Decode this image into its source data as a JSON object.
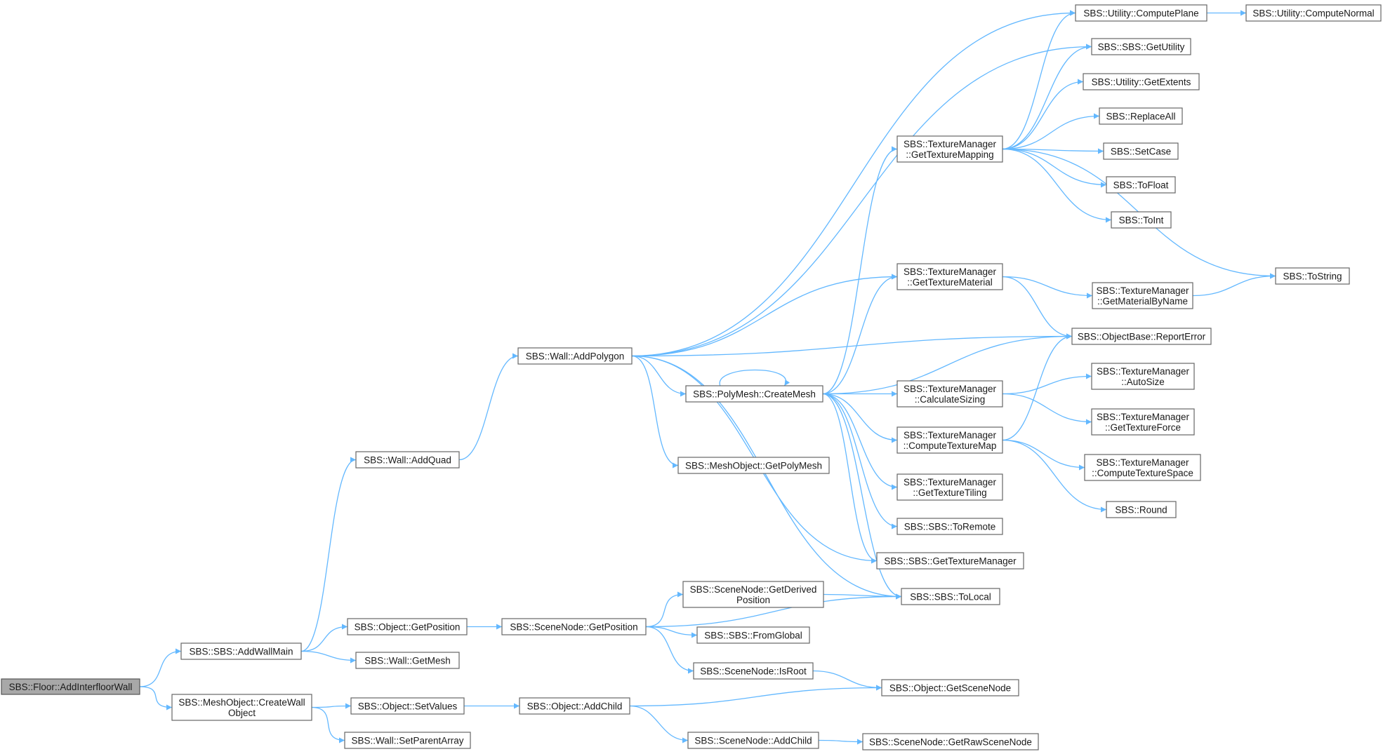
{
  "colors": {
    "edge": "#63b8ff",
    "node_border": "#666666",
    "root_fill": "#a8a8a8",
    "node_fill": "#ffffff"
  },
  "nodes": [
    {
      "id": "floor_addinterfloorwall",
      "lines": [
        "SBS::Floor::AddInterfloorWall"
      ],
      "root": true
    },
    {
      "id": "sbs_addwallmain",
      "lines": [
        "SBS::SBS::AddWallMain"
      ]
    },
    {
      "id": "meshobject_createwallobject",
      "lines": [
        "SBS::MeshObject::CreateWall",
        "Object"
      ]
    },
    {
      "id": "wall_addquad",
      "lines": [
        "SBS::Wall::AddQuad"
      ]
    },
    {
      "id": "object_getposition",
      "lines": [
        "SBS::Object::GetPosition"
      ]
    },
    {
      "id": "wall_getmesh",
      "lines": [
        "SBS::Wall::GetMesh"
      ]
    },
    {
      "id": "object_setvalues",
      "lines": [
        "SBS::Object::SetValues"
      ]
    },
    {
      "id": "wall_setparentarray",
      "lines": [
        "SBS::Wall::SetParentArray"
      ]
    },
    {
      "id": "wall_addpolygon",
      "lines": [
        "SBS::Wall::AddPolygon"
      ]
    },
    {
      "id": "scenenode_getposition",
      "lines": [
        "SBS::SceneNode::GetPosition"
      ]
    },
    {
      "id": "object_addchild",
      "lines": [
        "SBS::Object::AddChild"
      ]
    },
    {
      "id": "polymesh_createmesh",
      "lines": [
        "SBS::PolyMesh::CreateMesh"
      ]
    },
    {
      "id": "meshobject_getpolymesh",
      "lines": [
        "SBS::MeshObject::GetPolyMesh"
      ]
    },
    {
      "id": "scenenode_getderivedposition",
      "lines": [
        "SBS::SceneNode::GetDerived",
        "Position"
      ]
    },
    {
      "id": "sbs_fromglobal",
      "lines": [
        "SBS::SBS::FromGlobal"
      ]
    },
    {
      "id": "scenenode_isroot",
      "lines": [
        "SBS::SceneNode::IsRoot"
      ]
    },
    {
      "id": "scenenode_addchild",
      "lines": [
        "SBS::SceneNode::AddChild"
      ]
    },
    {
      "id": "texturemanager_gettexturemapping",
      "lines": [
        "SBS::TextureManager",
        "::GetTextureMapping"
      ]
    },
    {
      "id": "texturemanager_gettexturematerial",
      "lines": [
        "SBS::TextureManager",
        "::GetTextureMaterial"
      ]
    },
    {
      "id": "texturemanager_calculatesizing",
      "lines": [
        "SBS::TextureManager",
        "::CalculateSizing"
      ]
    },
    {
      "id": "texturemanager_computetexturemap",
      "lines": [
        "SBS::TextureManager",
        "::ComputeTextureMap"
      ]
    },
    {
      "id": "texturemanager_gettexturetiling",
      "lines": [
        "SBS::TextureManager",
        "::GetTextureTiling"
      ]
    },
    {
      "id": "sbs_toremote",
      "lines": [
        "SBS::SBS::ToRemote"
      ]
    },
    {
      "id": "sbs_gettexturemanager",
      "lines": [
        "SBS::SBS::GetTextureManager"
      ]
    },
    {
      "id": "sbs_tolocal",
      "lines": [
        "SBS::SBS::ToLocal"
      ]
    },
    {
      "id": "object_getscenenode",
      "lines": [
        "SBS::Object::GetSceneNode"
      ]
    },
    {
      "id": "scenenode_getrawscenenode",
      "lines": [
        "SBS::SceneNode::GetRawSceneNode"
      ]
    },
    {
      "id": "utility_computeplane",
      "lines": [
        "SBS::Utility::ComputePlane"
      ]
    },
    {
      "id": "sbs_getutility",
      "lines": [
        "SBS::SBS::GetUtility"
      ]
    },
    {
      "id": "utility_getextents",
      "lines": [
        "SBS::Utility::GetExtents"
      ]
    },
    {
      "id": "replaceall",
      "lines": [
        "SBS::ReplaceAll"
      ]
    },
    {
      "id": "setcase",
      "lines": [
        "SBS::SetCase"
      ]
    },
    {
      "id": "tofloat",
      "lines": [
        "SBS::ToFloat"
      ]
    },
    {
      "id": "toint",
      "lines": [
        "SBS::ToInt"
      ]
    },
    {
      "id": "texturemanager_getmaterialbyname",
      "lines": [
        "SBS::TextureManager",
        "::GetMaterialByName"
      ]
    },
    {
      "id": "objectbase_reporterror",
      "lines": [
        "SBS::ObjectBase::ReportError"
      ]
    },
    {
      "id": "texturemanager_autosize",
      "lines": [
        "SBS::TextureManager",
        "::AutoSize"
      ]
    },
    {
      "id": "texturemanager_gettextureforce",
      "lines": [
        "SBS::TextureManager",
        "::GetTextureForce"
      ]
    },
    {
      "id": "texturemanager_computetexturespace",
      "lines": [
        "SBS::TextureManager",
        "::ComputeTextureSpace"
      ]
    },
    {
      "id": "round",
      "lines": [
        "SBS::Round"
      ]
    },
    {
      "id": "utility_computenormal",
      "lines": [
        "SBS::Utility::ComputeNormal"
      ]
    },
    {
      "id": "tostring",
      "lines": [
        "SBS::ToString"
      ]
    }
  ],
  "edges": [
    [
      "floor_addinterfloorwall",
      "sbs_addwallmain"
    ],
    [
      "floor_addinterfloorwall",
      "meshobject_createwallobject"
    ],
    [
      "sbs_addwallmain",
      "wall_addquad"
    ],
    [
      "sbs_addwallmain",
      "object_getposition"
    ],
    [
      "sbs_addwallmain",
      "wall_getmesh"
    ],
    [
      "meshobject_createwallobject",
      "object_setvalues"
    ],
    [
      "meshobject_createwallobject",
      "wall_setparentarray"
    ],
    [
      "wall_addquad",
      "wall_addpolygon"
    ],
    [
      "object_getposition",
      "scenenode_getposition"
    ],
    [
      "object_setvalues",
      "object_addchild"
    ],
    [
      "wall_addpolygon",
      "utility_computeplane"
    ],
    [
      "wall_addpolygon",
      "sbs_getutility"
    ],
    [
      "wall_addpolygon",
      "texturemanager_gettexturematerial"
    ],
    [
      "wall_addpolygon",
      "objectbase_reporterror"
    ],
    [
      "wall_addpolygon",
      "polymesh_createmesh"
    ],
    [
      "wall_addpolygon",
      "meshobject_getpolymesh"
    ],
    [
      "wall_addpolygon",
      "sbs_gettexturemanager"
    ],
    [
      "wall_addpolygon",
      "sbs_tolocal"
    ],
    [
      "polymesh_createmesh",
      "polymesh_createmesh"
    ],
    [
      "polymesh_createmesh",
      "texturemanager_gettexturemapping"
    ],
    [
      "polymesh_createmesh",
      "texturemanager_gettexturematerial"
    ],
    [
      "polymesh_createmesh",
      "objectbase_reporterror"
    ],
    [
      "polymesh_createmesh",
      "texturemanager_calculatesizing"
    ],
    [
      "polymesh_createmesh",
      "texturemanager_computetexturemap"
    ],
    [
      "polymesh_createmesh",
      "texturemanager_gettexturetiling"
    ],
    [
      "polymesh_createmesh",
      "sbs_toremote"
    ],
    [
      "polymesh_createmesh",
      "sbs_gettexturemanager"
    ],
    [
      "polymesh_createmesh",
      "sbs_tolocal"
    ],
    [
      "scenenode_getposition",
      "scenenode_getderivedposition"
    ],
    [
      "scenenode_getposition",
      "sbs_fromglobal"
    ],
    [
      "scenenode_getposition",
      "scenenode_isroot"
    ],
    [
      "scenenode_getposition",
      "sbs_tolocal"
    ],
    [
      "scenenode_getderivedposition",
      "sbs_tolocal"
    ],
    [
      "scenenode_isroot",
      "object_getscenenode"
    ],
    [
      "object_addchild",
      "object_getscenenode"
    ],
    [
      "object_addchild",
      "scenenode_addchild"
    ],
    [
      "scenenode_addchild",
      "scenenode_getrawscenenode"
    ],
    [
      "texturemanager_gettexturemapping",
      "utility_computeplane"
    ],
    [
      "texturemanager_gettexturemapping",
      "sbs_getutility"
    ],
    [
      "texturemanager_gettexturemapping",
      "utility_getextents"
    ],
    [
      "texturemanager_gettexturemapping",
      "replaceall"
    ],
    [
      "texturemanager_gettexturemapping",
      "setcase"
    ],
    [
      "texturemanager_gettexturemapping",
      "tofloat"
    ],
    [
      "texturemanager_gettexturemapping",
      "toint"
    ],
    [
      "texturemanager_gettexturemapping",
      "tostring"
    ],
    [
      "texturemanager_gettexturematerial",
      "texturemanager_getmaterialbyname"
    ],
    [
      "texturemanager_gettexturematerial",
      "objectbase_reporterror"
    ],
    [
      "texturemanager_calculatesizing",
      "texturemanager_autosize"
    ],
    [
      "texturemanager_calculatesizing",
      "texturemanager_gettextureforce"
    ],
    [
      "texturemanager_computetexturemap",
      "objectbase_reporterror"
    ],
    [
      "texturemanager_computetexturemap",
      "texturemanager_computetexturespace"
    ],
    [
      "texturemanager_computetexturemap",
      "round"
    ],
    [
      "texturemanager_getmaterialbyname",
      "tostring"
    ],
    [
      "utility_computeplane",
      "utility_computenormal"
    ]
  ]
}
